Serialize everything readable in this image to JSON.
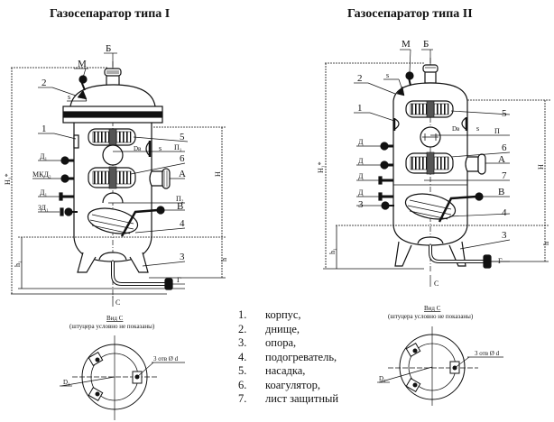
{
  "titles": {
    "type1": "Газосепаратор типа I",
    "type2": "Газосепаратор типа II"
  },
  "type1_labels": {
    "M": "М",
    "B_top": "Б",
    "s_top": "s",
    "part2": "2",
    "part1": "1",
    "part5": "5",
    "Dv": "Dв",
    "s_side": "s",
    "P1": "П₁",
    "part6": "6",
    "A": "А",
    "D1a": "Д₁",
    "MKD": "МКД₂",
    "D1b": "Д₁",
    "P2": "П₂",
    "V": "В",
    "ZD": "ЗД₁",
    "part4": "4",
    "part3": "3",
    "G": "Г",
    "H": "Н",
    "h": "h",
    "H1": "Н₁*",
    "h1": "h₁",
    "C": "С"
  },
  "type2_labels": {
    "M": "М",
    "B_top": "Б",
    "s_top": "s",
    "part2": "2",
    "part1": "1",
    "part5": "5",
    "Dv": "Dв",
    "s_side": "s",
    "P": "П",
    "part6": "6",
    "A": "А",
    "part7": "7",
    "D_a": "Д",
    "D_b": "Д",
    "D_c": "Д",
    "D_d": "Д",
    "part3_left": "3",
    "V": "В",
    "part4": "4",
    "part3": "3",
    "G": "Г",
    "H": "Н",
    "h": "h",
    "H1": "Н₁*",
    "h1": "h₁",
    "C": "С"
  },
  "view_c": {
    "title": "Вид С",
    "subtitle": "(штуцера условно не показаны)",
    "holes": "3 отв Ø d",
    "D1": "D₁"
  },
  "legend": [
    {
      "num": "1.",
      "text": "корпус,"
    },
    {
      "num": "2.",
      "text": "днище,"
    },
    {
      "num": "3.",
      "text": "опора,"
    },
    {
      "num": "4.",
      "text": "подогреватель,"
    },
    {
      "num": "5.",
      "text": "насадка,"
    },
    {
      "num": "6.",
      "text": "коагулятор,"
    },
    {
      "num": "7.",
      "text": "лист защитный"
    }
  ]
}
